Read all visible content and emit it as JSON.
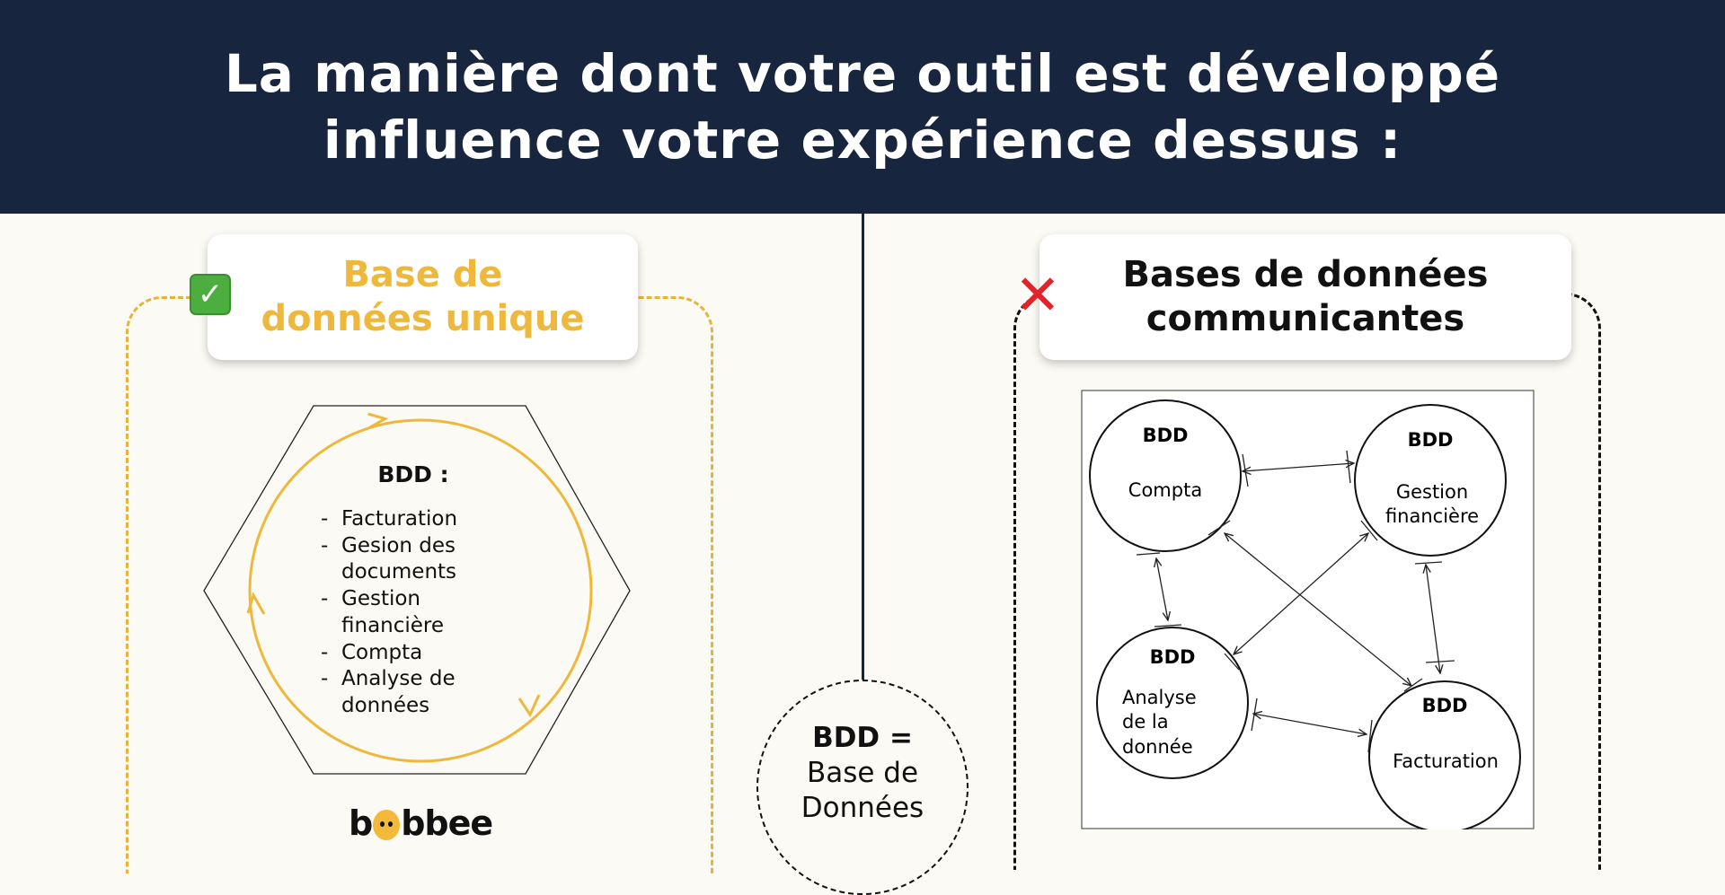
{
  "header": {
    "title_line1": "La manière dont votre outil est développé",
    "title_line2": "influence votre expérience dessus :"
  },
  "left_panel": {
    "badge_icon": "check-mark-icon",
    "title_line1": "Base de",
    "title_line2": "données unique",
    "accent_color": "#eeb83c",
    "list_title": "BDD :",
    "list_items": [
      [
        "Facturation"
      ],
      [
        "Gesion des",
        "documents"
      ],
      [
        "Gestion",
        "financière"
      ],
      [
        "Compta"
      ],
      [
        "Analyse de",
        "données"
      ]
    ],
    "logo_prefix": "b",
    "logo_suffix": "bbee"
  },
  "right_panel": {
    "badge_icon": "cross-mark-icon",
    "title_line1": "Bases de données",
    "title_line2": "communicantes",
    "nodes": {
      "compta": {
        "label": "BDD",
        "name_lines": [
          "Compta"
        ]
      },
      "gestion": {
        "label": "BDD",
        "name_lines": [
          "Gestion",
          "financière"
        ]
      },
      "analyse": {
        "label": "BDD",
        "name_lines": [
          "Analyse",
          "de la",
          "donnée"
        ]
      },
      "facturation": {
        "label": "BDD",
        "name_lines": [
          "Facturation"
        ]
      }
    }
  },
  "legend_bubble": {
    "abbr": "BDD =",
    "line1": "Base de",
    "line2": "Données"
  }
}
